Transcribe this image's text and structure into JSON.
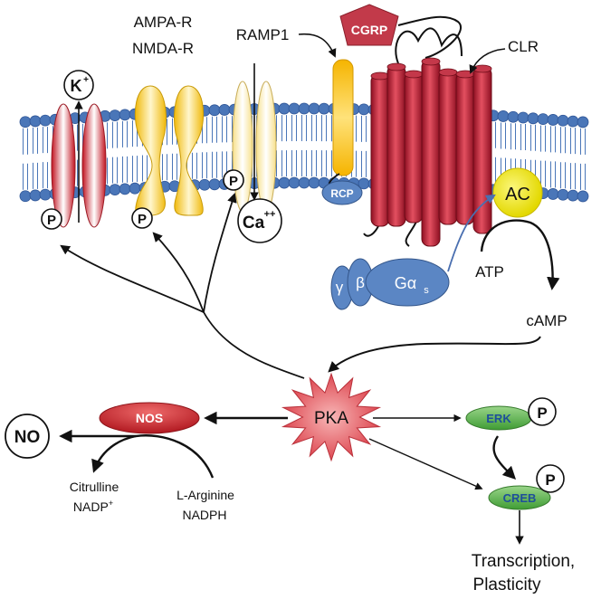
{
  "labels": {
    "k_ion": "K",
    "k_charge": "+",
    "ampa": "AMPA-R",
    "nmda": "NMDA-R",
    "ramp1": "RAMP1",
    "cgrp": "CGRP",
    "clr": "CLR",
    "rcp": "RCP",
    "ac": "AC",
    "ca_ion": "Ca",
    "ca_charge": "++",
    "gamma": "γ",
    "beta": "β",
    "galpha": "Gα",
    "galpha_sub": "s",
    "atp": "ATP",
    "camp": "cAMP",
    "pka": "PKA",
    "nos": "NOS",
    "no": "NO",
    "erk": "ERK",
    "creb": "CREB",
    "phospho": "P",
    "citrulline": "Citrulline",
    "nadp_base": "NADP",
    "nadp_charge": "+",
    "l_arginine": "L-Arginine",
    "nadph": "NADPH",
    "transcription": "Transcription,",
    "plasticity": "Plasticity"
  },
  "colors": {
    "membrane_head": "#4a76b8",
    "channel_red": "#d42f3a",
    "receptor_yellow": "#f2c22c",
    "clr_red": "#a8192b",
    "cgrp": "#c23a4a",
    "g_protein": "#5b86c4",
    "ac": "#f2ea1f",
    "pka": "#d9434a",
    "nos": "#c9262d",
    "green": "#5fb24a"
  }
}
